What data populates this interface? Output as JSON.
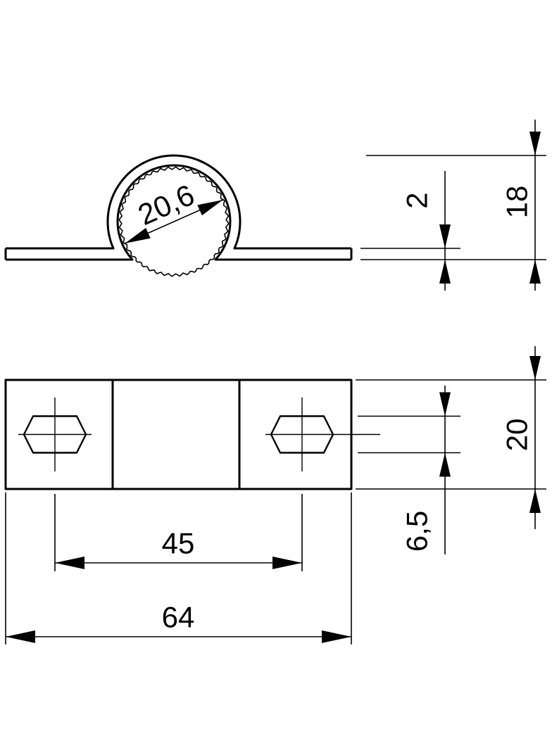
{
  "colors": {
    "line": "#000000",
    "background": "#ffffff"
  },
  "dimensions": {
    "pipe_inner_diameter": "20,6",
    "material_thickness": "2",
    "clamp_height": "18",
    "clamp_width": "20",
    "slot_width": "6,5",
    "hole_spacing": "45",
    "overall_length": "64"
  }
}
